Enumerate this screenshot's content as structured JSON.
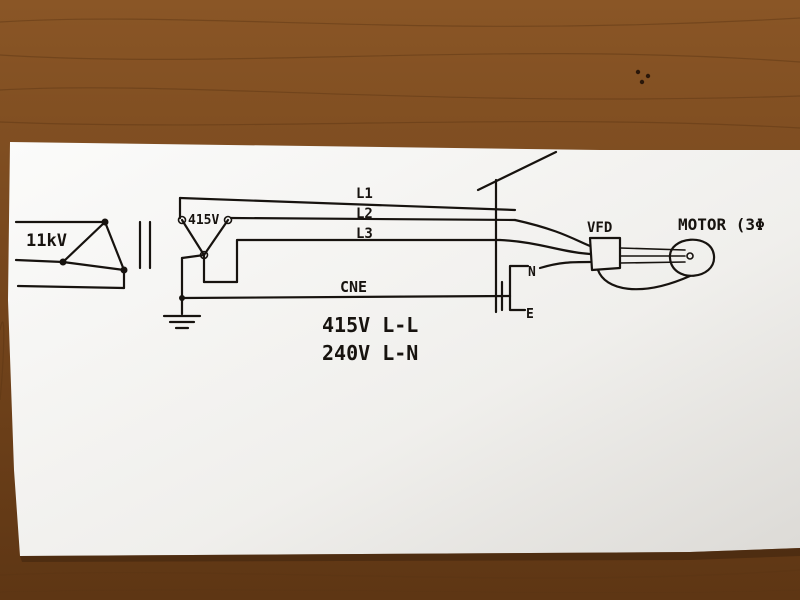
{
  "diagram": {
    "primary_voltage": "11kV",
    "secondary_voltage": "415V",
    "line_labels": [
      "L1",
      "L2",
      "L3"
    ],
    "neutral_label": "CNE",
    "vfd_label": "VFD",
    "motor_label": "MOTOR (3Φ",
    "vfd_terminal_n": "N",
    "vfd_terminal_e": "E",
    "note_line_to_line": "415V L-L",
    "note_line_to_neutral": "240V L-N",
    "ground_symbol": "earth-icon"
  },
  "colors": {
    "wood": "#7a4a1f",
    "paper": "#f3f2ef",
    "ink": "#17130f"
  }
}
